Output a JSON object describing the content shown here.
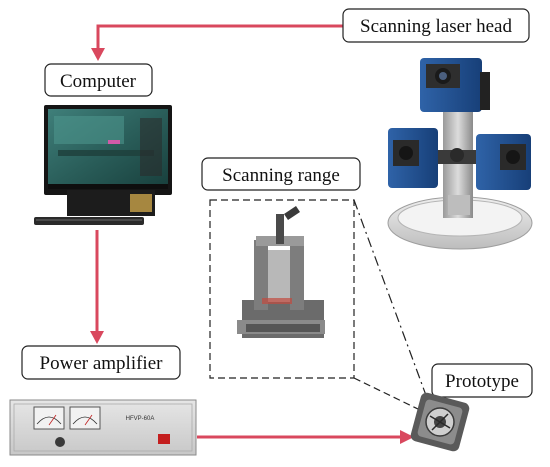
{
  "labels": {
    "scanning_laser_head": "Scanning laser head",
    "computer": "Computer",
    "scanning_range": "Scanning range",
    "power_amplifier": "Power amplifier",
    "prototype": "Prototype"
  },
  "amplifier": {
    "model": "HFVP-60A"
  },
  "colors": {
    "arrow": "#d9485e",
    "box_border": "#222222",
    "amplifier_panel": "#d9d9d9",
    "scanner_blue": "#1f4f8f"
  }
}
